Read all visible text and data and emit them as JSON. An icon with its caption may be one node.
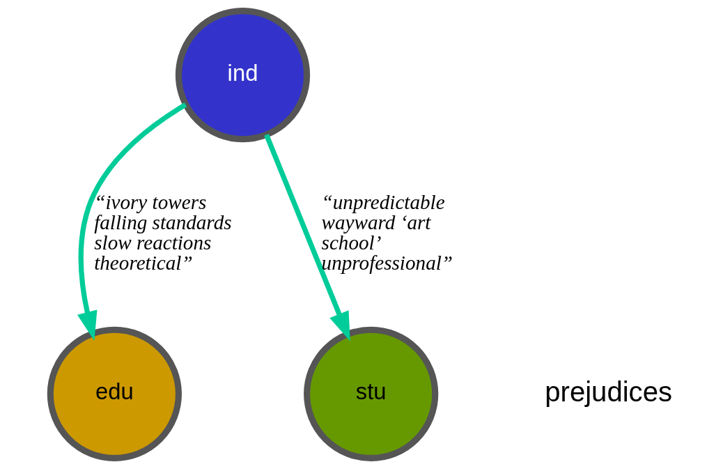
{
  "diagram": {
    "nodes": [
      {
        "text": [
          "ind"
        ]
      },
      {
        "text": [
          "edu"
        ]
      },
      {
        "text": [
          "stu"
        ]
      }
    ],
    "edges": [
      {
        "from": 0,
        "to": 1,
        "arrow": "to",
        "color": "#00cc99",
        "label": "“ivory towers falling standards slow reactions theoretical”"
      },
      {
        "from": 0,
        "to": 2,
        "arrow": "to",
        "color": "#00cc99",
        "label": "“unpredictable wayward ‘art school’ unprofessional”"
      }
    ],
    "labels": [
      "prejudices"
    ]
  }
}
